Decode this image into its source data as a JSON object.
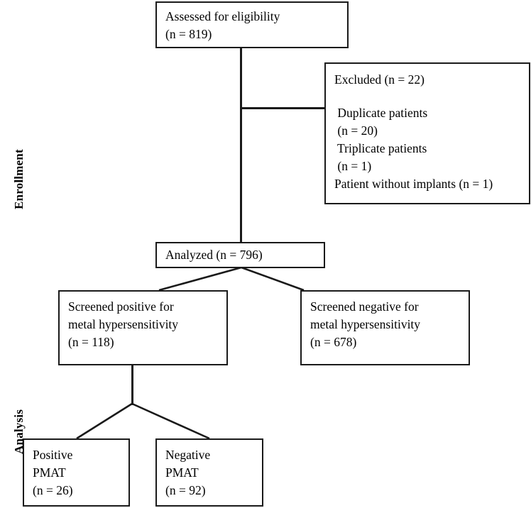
{
  "diagram": {
    "title": "CONSORT-style patient flow diagram",
    "stage_labels": [
      {
        "id": "enrollment",
        "text": "Enrollment"
      },
      {
        "id": "analysis",
        "text": "Analysis"
      }
    ],
    "boxes": [
      {
        "id": "assessed",
        "name": "assessed-for-eligibility-box",
        "lines": [
          "Assessed for eligibility",
          "(n = 819)"
        ]
      },
      {
        "id": "excluded",
        "name": "excluded-box",
        "lines": [
          "Excluded (n = 22)",
          "",
          " Duplicate patients",
          " (n = 20)",
          " Triplicate patients",
          " (n = 1)",
          "Patient without implants (n = 1)"
        ]
      },
      {
        "id": "analyzed",
        "name": "analyzed-box",
        "lines": [
          "Analyzed (n = 796)"
        ]
      },
      {
        "id": "screened-positive",
        "name": "screened-positive-box",
        "lines": [
          "Screened positive for",
          "metal hypersensitivity",
          "(n = 118)"
        ]
      },
      {
        "id": "screened-negative",
        "name": "screened-negative-box",
        "lines": [
          "Screened negative for",
          "metal hypersensitivity",
          "(n = 678)"
        ]
      },
      {
        "id": "positive-pmat",
        "name": "positive-pmat-box",
        "lines": [
          "Positive",
          "PMAT",
          "(n = 26)"
        ]
      },
      {
        "id": "negative-pmat",
        "name": "negative-pmat-box",
        "lines": [
          "Negative",
          "PMAT",
          "(n = 92)"
        ]
      }
    ],
    "counts": {
      "assessed": 819,
      "excluded_total": 22,
      "duplicate_patients": 20,
      "triplicate_patients": 1,
      "patient_without_implants": 1,
      "analyzed": 796,
      "screened_positive": 118,
      "screened_negative": 678,
      "positive_pmat": 26,
      "negative_pmat": 92
    },
    "colors": {
      "line": "#1a1a1a",
      "text": "#000000",
      "background": "#ffffff"
    }
  }
}
